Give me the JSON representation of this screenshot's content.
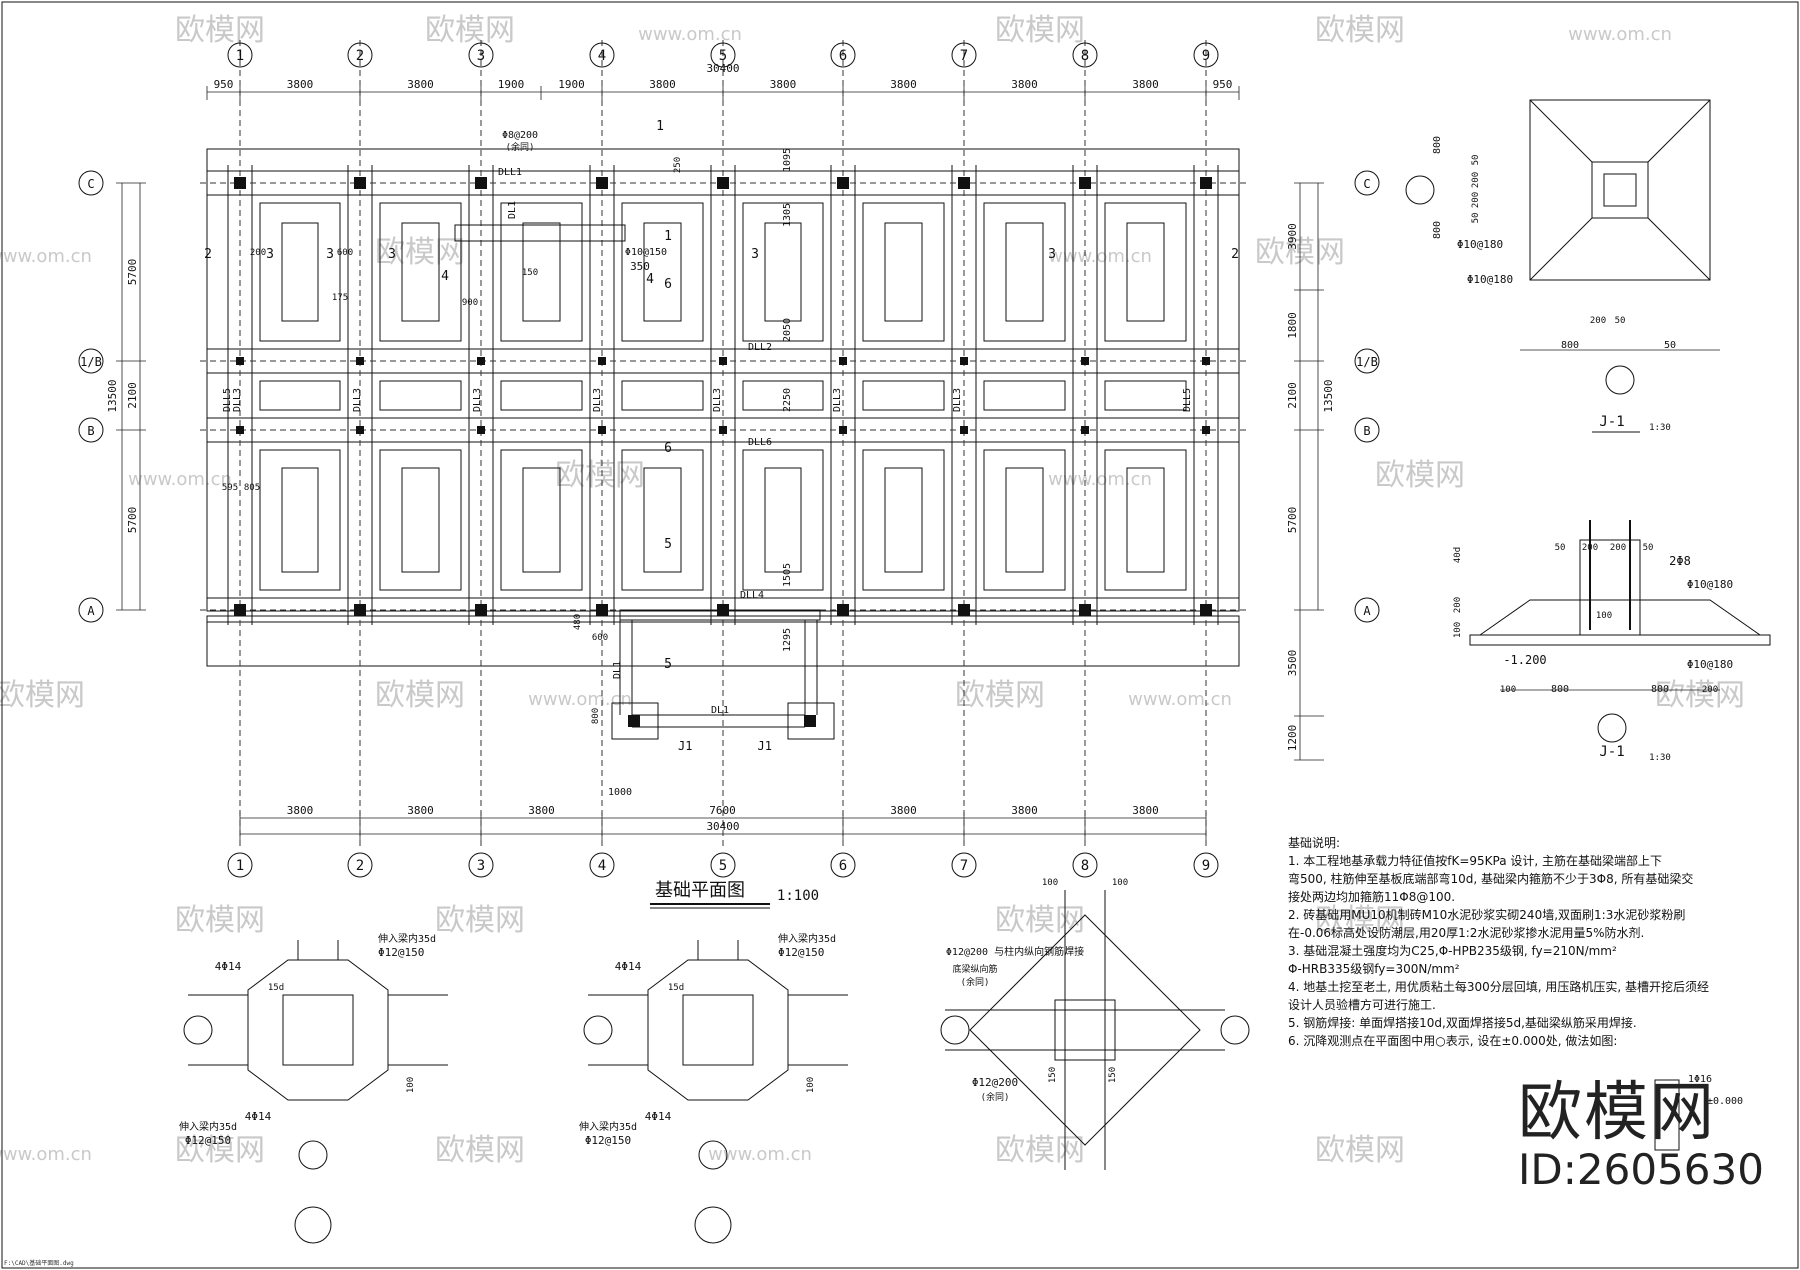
{
  "title": "基础平面图",
  "scale": "1:100",
  "axes_x": [
    "1",
    "2",
    "3",
    "4",
    "5",
    "6",
    "7",
    "8",
    "9"
  ],
  "axes_y": [
    "C",
    "1/B",
    "B",
    "A"
  ],
  "top_dims": [
    "950",
    "3800",
    "3800",
    "1900",
    "1900",
    "3800",
    "3800",
    "3800",
    "3800",
    "3800",
    "950"
  ],
  "top_total": "30400",
  "bottom_dims": [
    "3800",
    "3800",
    "3800",
    "7600",
    "3800",
    "3800",
    "3800"
  ],
  "bottom_total": "30400",
  "left_dims": [
    "5700",
    "2100",
    "5700"
  ],
  "left_total": "13500",
  "right_dims": [
    "3900",
    "1800",
    "2100",
    "5700",
    "3500",
    "1200"
  ],
  "right_total": "13500",
  "beam_labels": [
    "DLL1",
    "DLL2",
    "DLL3",
    "DLL3",
    "DLL3",
    "DLL3",
    "DLL3",
    "DLL3",
    "DLL3",
    "DLL5",
    "DLL5",
    "DLL6",
    "DLL4",
    "DL1",
    "DL1",
    "DL1"
  ],
  "section_marks": [
    "1",
    "1",
    "2",
    "2",
    "3",
    "3",
    "3",
    "3",
    "3",
    "4",
    "4",
    "5",
    "5",
    "6",
    "6"
  ],
  "misc_dims": [
    "Φ8@200",
    "(余同)",
    "Φ10@150",
    "350",
    "150",
    "200",
    "600",
    "175",
    "900",
    "595",
    "805",
    "480",
    "600",
    "1000",
    "800",
    "1505",
    "1295",
    "1095",
    "1305",
    "2050",
    "2250",
    "250",
    "J1"
  ],
  "detail_j1": {
    "title": "J-1",
    "scale": "1:30",
    "dims": [
      "800",
      "800",
      "50",
      "200",
      "200",
      "50",
      "Φ10@180",
      "Φ10@180",
      "800",
      "50",
      "200",
      "50"
    ],
    "section_dims": [
      "2Φ8",
      "Φ10@180",
      "Φ10@180",
      "-1.200",
      "40d",
      "100",
      "800",
      "800",
      "100",
      "200",
      "200",
      "100",
      "50",
      "200",
      "200",
      "50"
    ]
  },
  "detail_joints": [
    {
      "labels": [
        "4Φ14",
        "4Φ14",
        "伸入梁内35d",
        "Φ12@150",
        "伸入梁内35d",
        "Φ12@150",
        "15d",
        "100"
      ]
    },
    {
      "labels": [
        "4Φ14",
        "4Φ14",
        "伸入梁内35d",
        "Φ12@150",
        "伸入梁内35d",
        "Φ12@150",
        "15d",
        "100"
      ]
    },
    {
      "labels": [
        "Φ12@200 与柱内纵向钢筋焊接",
        "底梁纵向筋",
        "(余同)",
        "Φ12@200",
        "(余同)",
        "100",
        "100",
        "150",
        "150"
      ]
    }
  ],
  "notes_title": "基础说明:",
  "notes": [
    "1. 本工程地基承载力特征值按fK=95KPa 设计, 主筋在基础梁端部上下",
    "   弯500, 柱筋伸至基板底端部弯10d, 基础梁内箍筋不少于3Φ8, 所有基础梁交",
    "   接处两边均加箍筋11Φ8@100.",
    "2. 砖基础用MU10机制砖M10水泥砂浆实砌240墙,双面刷1:3水泥砂浆粉刷",
    "   在-0.06标高处设防潮层,用20厚1:2水泥砂浆掺水泥用量5%防水剂.",
    "3. 基础混凝土强度均为C25,Φ-HPB235级钢, fy=210N/mm²",
    "   Φ-HRB335级钢fy=300N/mm²",
    "4. 地基土挖至老土, 用优质粘土每300分层回填, 用压路机压实, 基槽开挖后须经",
    "   设计人员验槽方可进行施工.",
    "5. 钢筋焊接: 单面焊搭接10d,双面焊搭接5d,基础梁纵筋采用焊接.",
    "6. 沉降观测点在平面图中用○表示, 设在±0.000处, 做法如图:"
  ],
  "small_detail": [
    "1Φ16",
    "±0.000"
  ],
  "watermarks": [
    "欧模网",
    "www.om.cn"
  ],
  "brand_logo": "欧模网",
  "brand_id": "ID:2605630",
  "footer": "F:\\CAD\\基础平面图.dwg"
}
